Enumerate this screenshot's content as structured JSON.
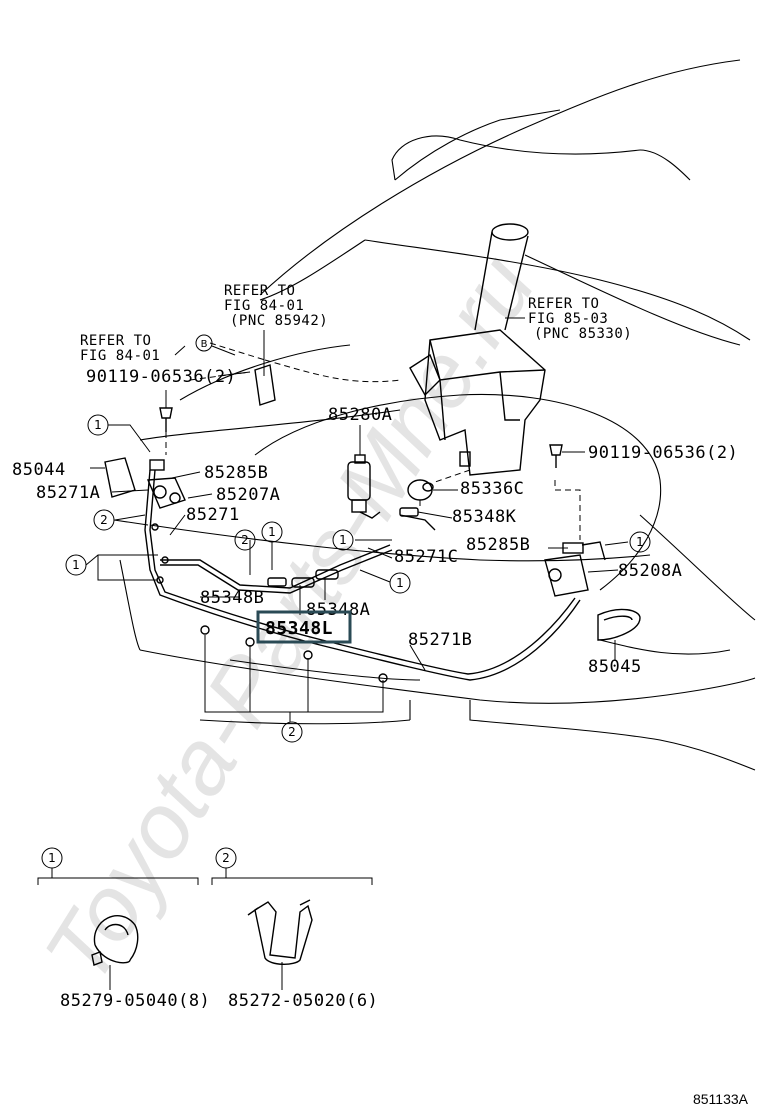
{
  "watermark": "Toyota-Parts-Mne.ru",
  "figure_id": "851133A",
  "colors": {
    "highlight": "#2a4a55",
    "line": "#000000"
  },
  "callouts": [
    {
      "id": "c-85044",
      "text": "85044"
    },
    {
      "id": "c-85271a",
      "text": "85271A"
    },
    {
      "id": "c-85285b-top",
      "text": "85285B"
    },
    {
      "id": "c-85207a",
      "text": "85207A"
    },
    {
      "id": "c-85271",
      "text": "85271"
    },
    {
      "id": "c-85348b",
      "text": "85348B"
    },
    {
      "id": "c-85348a",
      "text": "85348A"
    },
    {
      "id": "c-85348l",
      "text": "85348L"
    },
    {
      "id": "c-85280a",
      "text": "85280A"
    },
    {
      "id": "c-85336c",
      "text": "85336C"
    },
    {
      "id": "c-85348k",
      "text": "85348K"
    },
    {
      "id": "c-85271c",
      "text": "85271C"
    },
    {
      "id": "c-85285b-right",
      "text": "85285B"
    },
    {
      "id": "c-85208a",
      "text": "85208A"
    },
    {
      "id": "c-85271b",
      "text": "85271B"
    },
    {
      "id": "c-85045",
      "text": "85045"
    },
    {
      "id": "c-bolt-left",
      "text": "90119-06536(2)"
    },
    {
      "id": "c-bolt-right",
      "text": "90119-06536(2)"
    },
    {
      "id": "c-clip1",
      "text": "85279-05040(8)"
    },
    {
      "id": "c-clip2",
      "text": "85272-05020(6)"
    }
  ],
  "references": [
    {
      "id": "ref-top",
      "lines": [
        "REFER TO",
        "FIG 84-01",
        "(PNC 85942)"
      ]
    },
    {
      "id": "ref-left",
      "lines": [
        "REFER TO",
        "FIG 84-01"
      ]
    },
    {
      "id": "ref-right",
      "lines": [
        "REFER TO",
        "FIG 85-03",
        "(PNC 85330)"
      ]
    }
  ],
  "markers": {
    "one": "1",
    "two": "2",
    "b": "B"
  },
  "highlighted_part": "85348L"
}
